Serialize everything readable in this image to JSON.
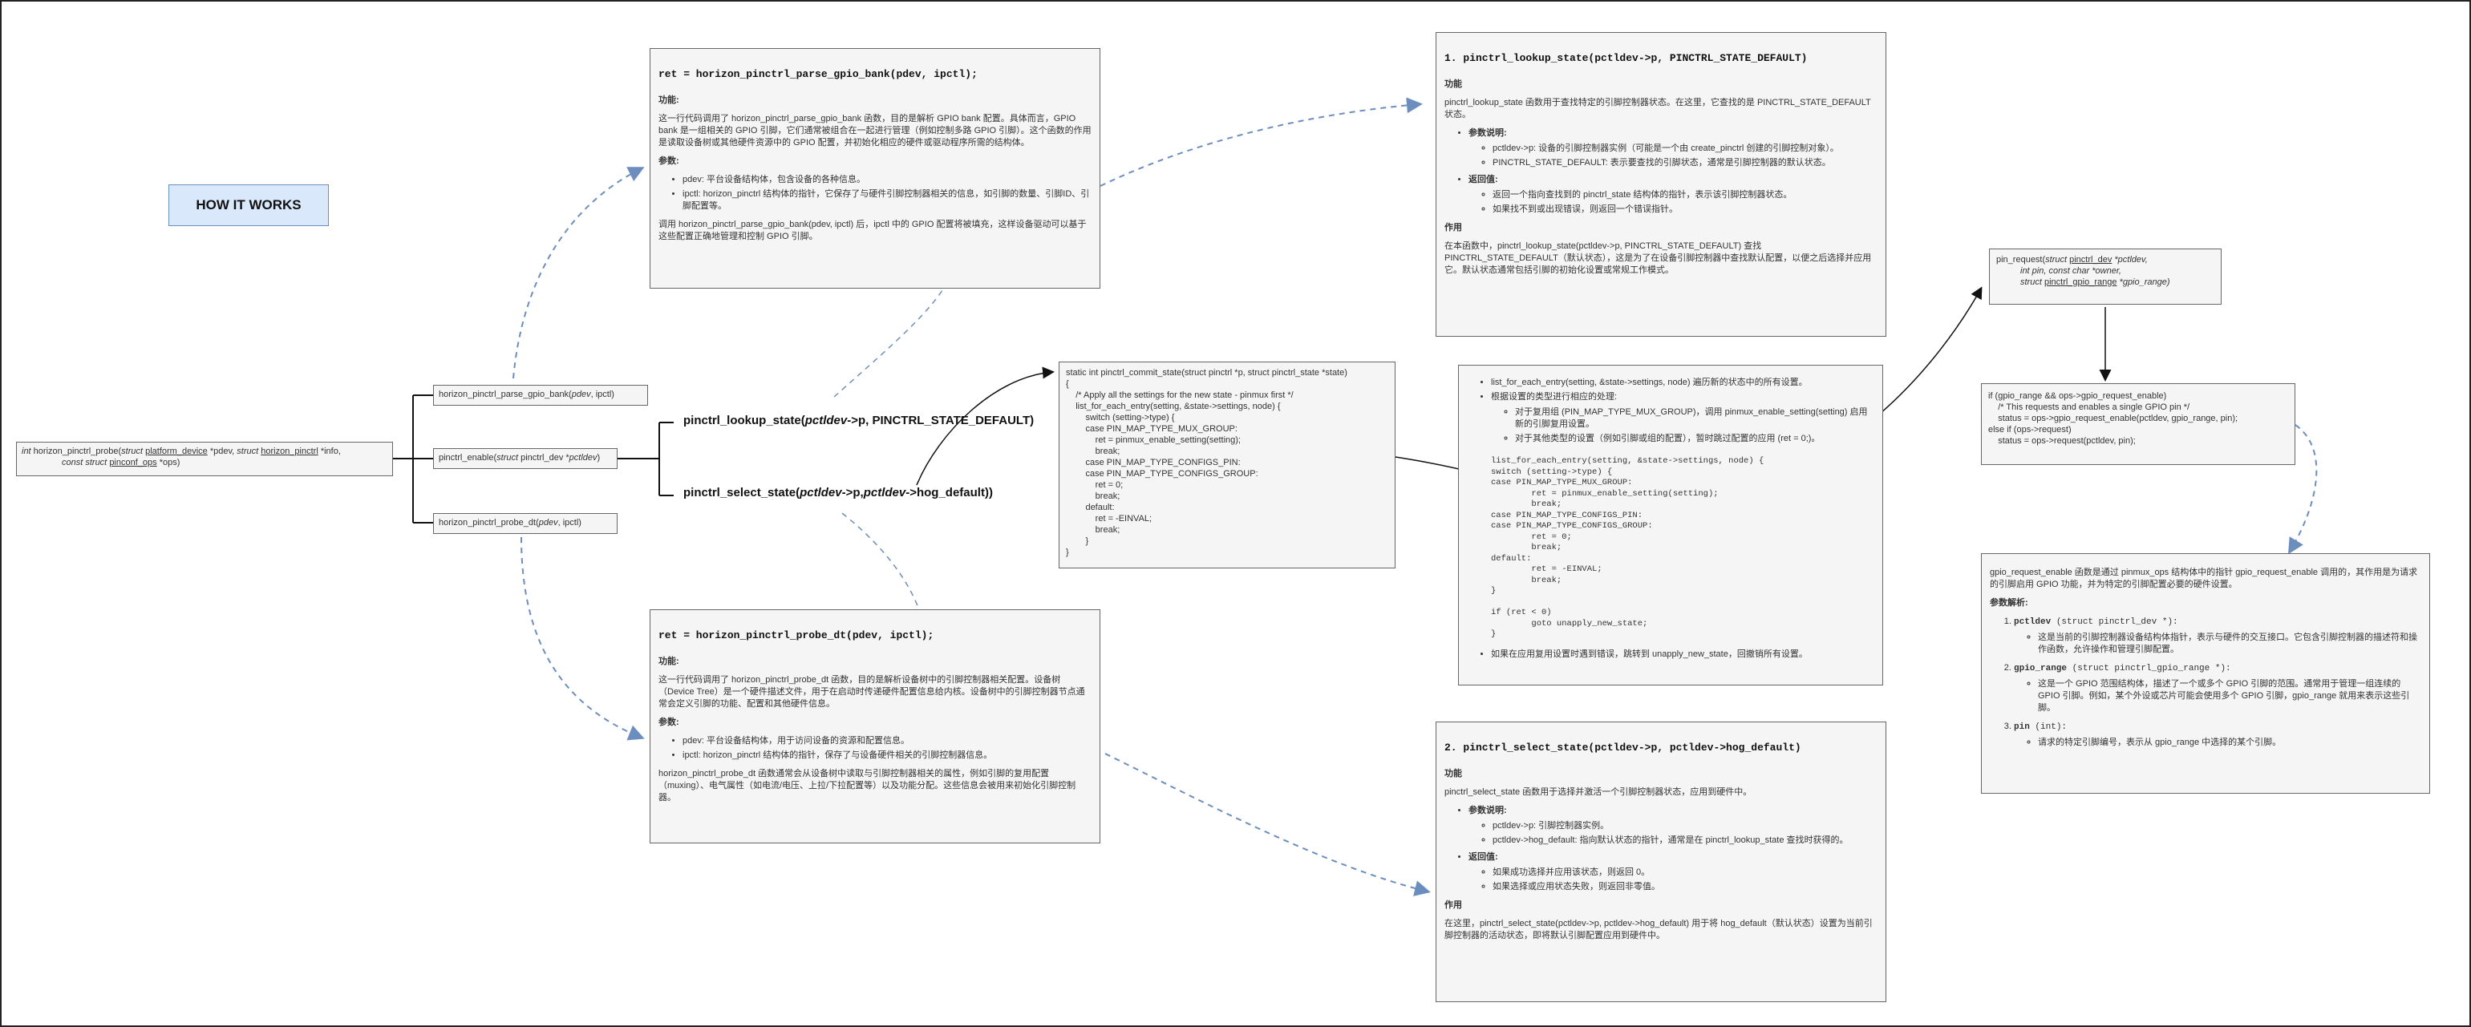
{
  "title": "HOW IT WORKS",
  "probe": {
    "line1_ret": "int",
    "line1_name": " horizon_pinctrl_probe(",
    "line1_kw1": "struct",
    "line1_t1": "platform_device",
    "line1_p1": " *pdev, ",
    "line1_kw2": "struct",
    "line1_t2": "horizon_pinctrl",
    "line1_p2": " *info,",
    "line2_kw": "const struct",
    "line2_t": "pinconf_ops",
    "line2_p": " *ops)"
  },
  "calls": {
    "parse_gpio_bank": {
      "name": "horizon_pinctrl_parse_gpio_bank(",
      "arg1": "pdev",
      "rest": ", ipctl)"
    },
    "pinctrl_enable": {
      "name": "pinctrl_enable(",
      "kw": "struct",
      "rest": " pinctrl_dev *",
      "arg": "pctldev",
      "close": ")"
    },
    "probe_dt": {
      "name": "horizon_pinctrl_probe_dt(",
      "arg1": "pdev",
      "rest": ", ipctl)"
    }
  },
  "enable_calls": {
    "lookup": {
      "a": "pinctrl_lookup_state(",
      "b": "pctldev",
      "c": "->p, PINCTRL_STATE_DEFAULT)"
    },
    "select": {
      "a": "pinctrl_select_state(",
      "b": "pctldev",
      "c": "->p,",
      "d": "pctldev",
      "e": "->hog_default))"
    }
  },
  "parse_desc": {
    "heading": "ret = horizon_pinctrl_parse_gpio_bank(pdev, ipctl);",
    "func_label": "功能:",
    "func_text": "这一行代码调用了 horizon_pinctrl_parse_gpio_bank 函数，目的是解析 GPIO bank 配置。具体而言，GPIO bank 是一组相关的 GPIO 引脚，它们通常被组合在一起进行管理（例如控制多路 GPIO 引脚）。这个函数的作用是读取设备树或其他硬件资源中的 GPIO 配置，并初始化相应的硬件或驱动程序所需的结构体。",
    "param_label": "参数:",
    "params": [
      "pdev: 平台设备结构体，包含设备的各种信息。",
      "ipctl: horizon_pinctrl 结构体的指针，它保存了与硬件引脚控制器相关的信息，如引脚的数量、引脚ID、引脚配置等。"
    ],
    "tail": "调用 horizon_pinctrl_parse_gpio_bank(pdev, ipctl) 后，ipctl 中的 GPIO 配置将被填充，这样设备驱动可以基于这些配置正确地管理和控制 GPIO 引脚。"
  },
  "probe_dt_desc": {
    "heading": "ret = horizon_pinctrl_probe_dt(pdev, ipctl);",
    "func_label": "功能:",
    "func_text": "这一行代码调用了 horizon_pinctrl_probe_dt 函数，目的是解析设备树中的引脚控制器相关配置。设备树（Device Tree）是一个硬件描述文件，用于在启动时传递硬件配置信息给内核。设备树中的引脚控制器节点通常会定义引脚的功能、配置和其他硬件信息。",
    "param_label": "参数:",
    "params": [
      "pdev: 平台设备结构体，用于访问设备的资源和配置信息。",
      "ipctl: horizon_pinctrl 结构体的指针，保存了与设备硬件相关的引脚控制器信息。"
    ],
    "tail": "horizon_pinctrl_probe_dt 函数通常会从设备树中读取与引脚控制器相关的属性，例如引脚的复用配置（muxing）、电气属性（如电流/电压、上拉/下拉配置等）以及功能分配。这些信息会被用来初始化引脚控制器。"
  },
  "lookup_desc": {
    "heading": "1. pinctrl_lookup_state(pctldev->p, PINCTRL_STATE_DEFAULT)",
    "func_label": "功能",
    "func_text": "pinctrl_lookup_state 函数用于查找特定的引脚控制器状态。在这里，它查找的是 PINCTRL_STATE_DEFAULT 状态。",
    "param_label": "参数说明:",
    "params": [
      "pctldev->p: 设备的引脚控制器实例（可能是一个由 create_pinctrl 创建的引脚控制对象）。",
      "PINCTRL_STATE_DEFAULT: 表示要查找的引脚状态，通常是引脚控制器的默认状态。"
    ],
    "ret_label": "返回值:",
    "rets": [
      "返回一个指向查找到的 pinctrl_state 结构体的指针，表示该引脚控制器状态。",
      "如果找不到或出现错误，则返回一个错误指针。"
    ],
    "use_label": "作用",
    "use_text": "在本函数中，pinctrl_lookup_state(pctldev->p, PINCTRL_STATE_DEFAULT) 查找 PINCTRL_STATE_DEFAULT（默认状态），这是为了在设备引脚控制器中查找默认配置，以便之后选择并应用它。默认状态通常包括引脚的初始化设置或常规工作模式。"
  },
  "select_desc": {
    "heading": "2. pinctrl_select_state(pctldev->p, pctldev->hog_default)",
    "func_label": "功能",
    "func_text": "pinctrl_select_state 函数用于选择并激活一个引脚控制器状态，应用到硬件中。",
    "param_label": "参数说明:",
    "params": [
      "pctldev->p: 引脚控制器实例。",
      "pctldev->hog_default: 指向默认状态的指针，通常是在 pinctrl_lookup_state 查找时获得的。"
    ],
    "ret_label": "返回值:",
    "rets": [
      "如果成功选择并应用该状态，则返回 0。",
      "如果选择或应用状态失败，则返回非零值。"
    ],
    "use_label": "作用",
    "use_text": "在这里，pinctrl_select_state(pctldev->p, pctldev->hog_default) 用于将 hog_default（默认状态）设置为当前引脚控制器的活动状态，即将默认引脚配置应用到硬件中。"
  },
  "commit_code": "static int pinctrl_commit_state(struct pinctrl *p, struct pinctrl_state *state)\n{\n    /* Apply all the settings for the new state - pinmux first */\n    list_for_each_entry(setting, &state->settings, node) {\n        switch (setting->type) {\n        case PIN_MAP_TYPE_MUX_GROUP:\n            ret = pinmux_enable_setting(setting);\n            break;\n        case PIN_MAP_TYPE_CONFIGS_PIN:\n        case PIN_MAP_TYPE_CONFIGS_GROUP:\n            ret = 0;\n            break;\n        default:\n            ret = -EINVAL;\n            break;\n        }\n}",
  "commit_desc": {
    "items": [
      "list_for_each_entry(setting, &state->settings, node) 遍历新的状态中的所有设置。",
      "根据设置的类型进行相应的处理:"
    ],
    "subitems": [
      "对于复用组 (PIN_MAP_TYPE_MUX_GROUP)，调用 pinmux_enable_setting(setting) 启用新的引脚复用设置。",
      "对于其他类型的设置（例如引脚或组的配置），暂时跳过配置的应用 (ret = 0;)。"
    ],
    "code": "list_for_each_entry(setting, &state->settings, node) {\nswitch (setting->type) {\ncase PIN_MAP_TYPE_MUX_GROUP:\n        ret = pinmux_enable_setting(setting);\n        break;\ncase PIN_MAP_TYPE_CONFIGS_PIN:\ncase PIN_MAP_TYPE_CONFIGS_GROUP:\n        ret = 0;\n        break;\ndefault:\n        ret = -EINVAL;\n        break;\n}\n\nif (ret < 0)\n        goto unapply_new_state;\n}",
    "last": "如果在应用复用设置时遇到错误，跳转到 unapply_new_state，回撤销所有设置。"
  },
  "pin_request": {
    "l1a": "pin_request(",
    "l1kw": "struct",
    "l1t": "pinctrl_dev",
    "l1p": " *pctldev,",
    "l2": "int pin, const char *owner,",
    "l3kw": "struct",
    "l3t": "pinctrl_gpio_range",
    "l3p": " *gpio_range)"
  },
  "gpio_code": "if (gpio_range && ops->gpio_request_enable)\n    /* This requests and enables a single GPIO pin */\n    status = ops->gpio_request_enable(pctldev, gpio_range, pin);\nelse if (ops->request)\n    status = ops->request(pctldev, pin);",
  "gpio_desc": {
    "intro": "gpio_request_enable 函数是通过 pinmux_ops 结构体中的指针 gpio_request_enable 调用的，其作用是为请求的引脚启用 GPIO 功能，并为特定的引脚配置必要的硬件设置。",
    "param_label": "参数解析:",
    "items": [
      {
        "head": "pctldev",
        "sig": " (struct pinctrl_dev *):",
        "sub": "这是当前的引脚控制器设备结构体指针，表示与硬件的交互接口。它包含引脚控制器的描述符和操作函数，允许操作和管理引脚配置。"
      },
      {
        "head": "gpio_range",
        "sig": " (struct pinctrl_gpio_range *):",
        "sub": "这是一个 GPIO 范围结构体，描述了一个或多个 GPIO 引脚的范围。通常用于管理一组连续的 GPIO 引脚。例如，某个外设或芯片可能会使用多个 GPIO 引脚，gpio_range 就用来表示这些引脚。"
      },
      {
        "head": "pin",
        "sig": " (int):",
        "sub": "请求的特定引脚编号，表示从 gpio_range 中选择的某个引脚。"
      }
    ]
  }
}
